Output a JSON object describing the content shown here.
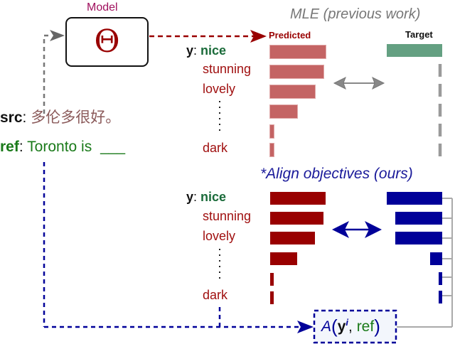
{
  "model": {
    "label": "Model",
    "symbol": "Θ",
    "label_color": "#a0105e",
    "symbol_color": "#990000"
  },
  "inputs": {
    "src_label": "src",
    "src_sep": ":",
    "src_text": "多伦多很好。",
    "src_color": "#8b5a5a",
    "ref_label": "ref",
    "ref_sep": ":",
    "ref_text": "Toronto is",
    "ref_blank": "___",
    "ref_color": "#1a7a1a"
  },
  "mle_section": {
    "title": "MLE (previous work)",
    "predicted_header": "Predicted",
    "target_header": "Target",
    "y_label": "y",
    "y_sep": ":",
    "tokens": [
      "nice",
      "stunning",
      "lovely",
      "⋮",
      "dark"
    ],
    "arrow": "double-arrow-gray"
  },
  "aligned_section": {
    "title": "*Align objectives (ours)",
    "y_label": "y",
    "y_sep": ":",
    "tokens": [
      "nice",
      "stunning",
      "lovely",
      "⋮",
      "dark"
    ],
    "arrow": "double-arrow-blue",
    "scorer": {
      "func": "A",
      "arg1": "y",
      "arg1_sup": "i",
      "sep": ",",
      "arg2": "ref"
    }
  },
  "colors": {
    "predicted_light": "#c46464",
    "predicted_dark": "#990000",
    "target_green": "#64a082",
    "target_gray": "#9a9a9a",
    "aligned_blue": "#000099",
    "nice_green": "#1a6b3a",
    "token_red": "#a01010",
    "title_gray": "#777777",
    "title_blue": "#1a1a9a"
  },
  "chart_data": [
    {
      "type": "bar",
      "title": "MLE (previous work) — Predicted",
      "categories": [
        "nice",
        "stunning",
        "lovely",
        "…",
        "…",
        "dark"
      ],
      "values": [
        78,
        75,
        63,
        38,
        5,
        5
      ],
      "orientation": "horizontal"
    },
    {
      "type": "bar",
      "title": "MLE (previous work) — Target",
      "categories": [
        "nice",
        "stunning",
        "lovely",
        "…",
        "…",
        "dark"
      ],
      "values": [
        78,
        0,
        0,
        0,
        0,
        0
      ],
      "orientation": "horizontal"
    },
    {
      "type": "bar",
      "title": "*Align objectives (ours) — Predicted",
      "categories": [
        "nice",
        "stunning",
        "lovely",
        "…",
        "…",
        "dark"
      ],
      "values": [
        78,
        75,
        63,
        38,
        5,
        5
      ],
      "orientation": "horizontal"
    },
    {
      "type": "bar",
      "title": "*Align objectives (ours) — Target (A(yⁱ, ref))",
      "categories": [
        "nice",
        "stunning",
        "lovely",
        "…",
        "…",
        "dark"
      ],
      "values": [
        78,
        66,
        66,
        17,
        5,
        5
      ],
      "orientation": "horizontal"
    }
  ]
}
